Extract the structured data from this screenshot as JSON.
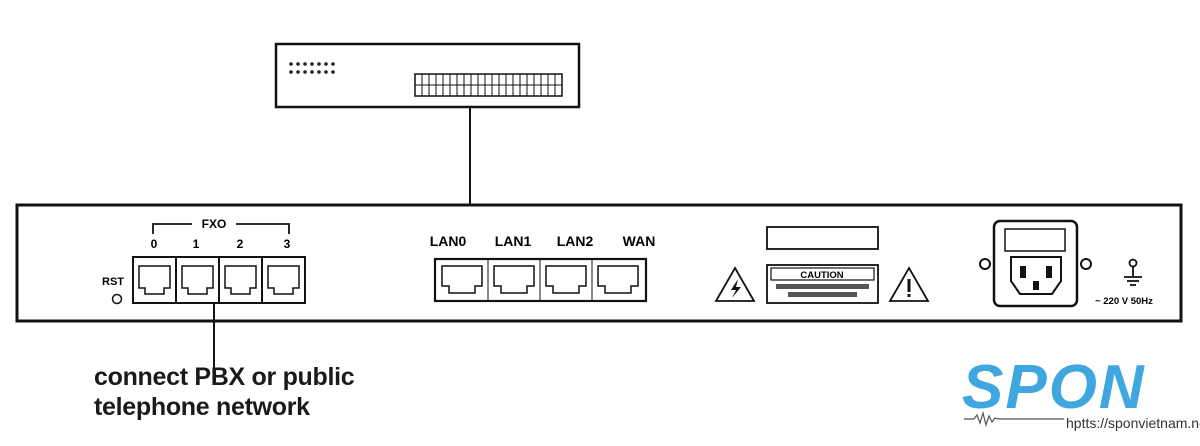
{
  "device": {
    "fxo_label": "FXO",
    "fxo_ports": [
      "0",
      "1",
      "2",
      "3"
    ],
    "rst_label": "RST",
    "lan_ports": [
      "LAN0",
      "LAN1",
      "LAN2",
      "WAN"
    ],
    "caution_label": "CAUTION",
    "power_label": "~ 220 V 50Hz"
  },
  "caption": {
    "line1": "connect PBX or public",
    "line2": "telephone network"
  },
  "brand": {
    "name": "SPON",
    "url": "hptts://sponvietnam.net",
    "color": "#3fa6df"
  }
}
